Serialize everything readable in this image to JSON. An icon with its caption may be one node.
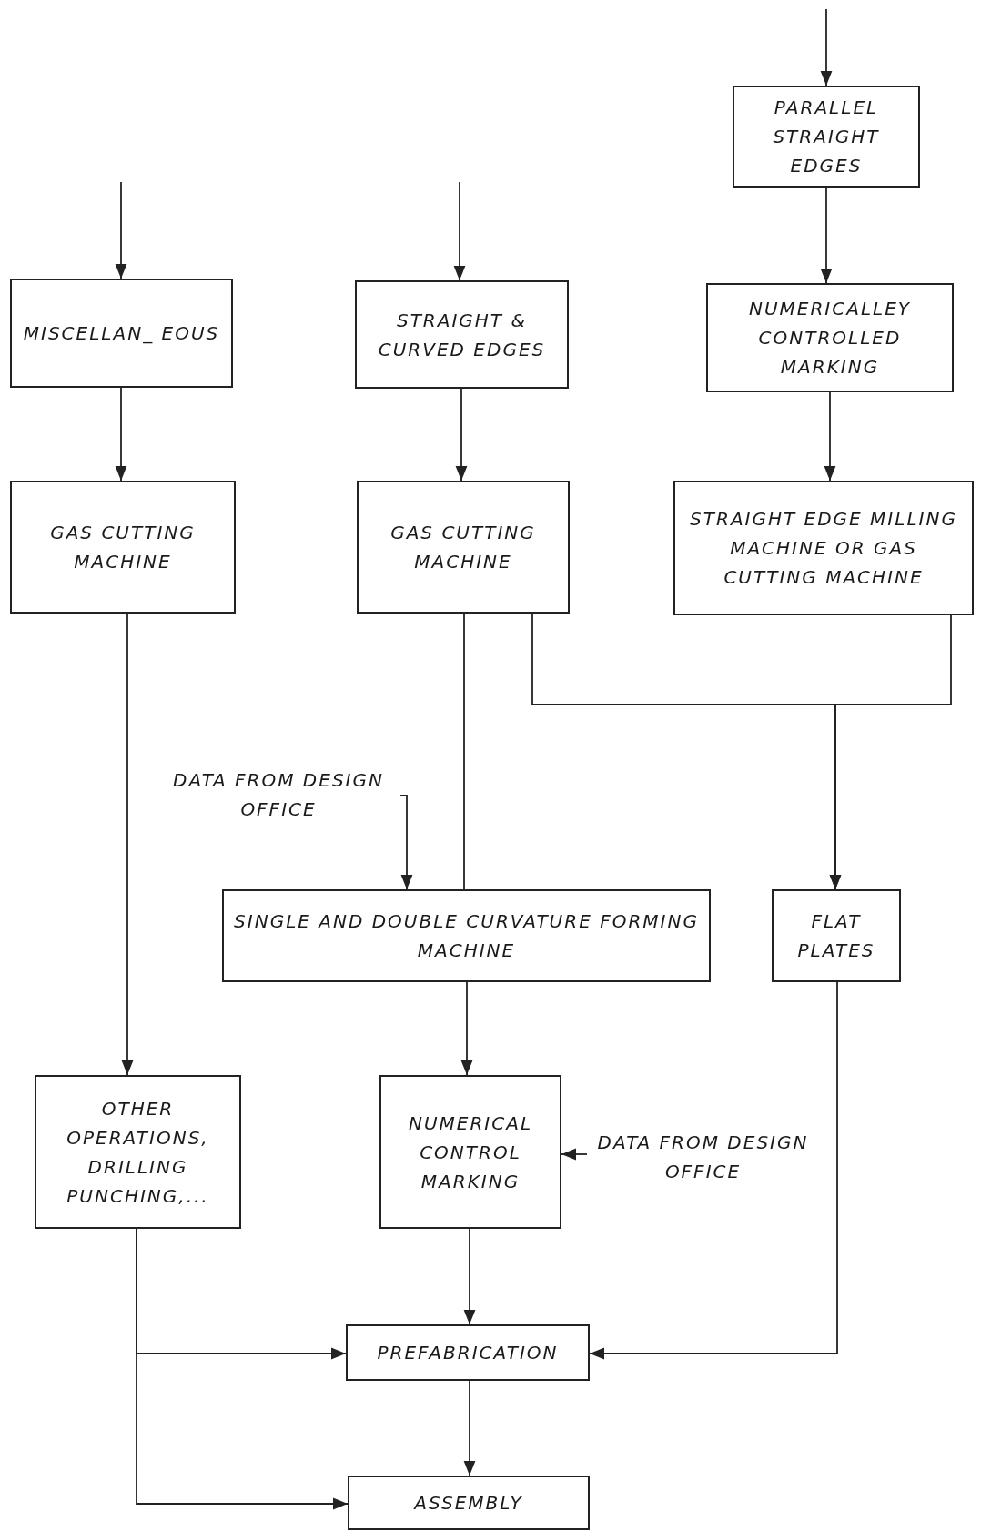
{
  "diagram": {
    "nodes": [
      {
        "text": [
          "PARALLEL STRAIGHT EDGES"
        ]
      },
      {
        "text": [
          "MISCELLAN_ EOUS"
        ]
      },
      {
        "text": [
          "STRAIGHT & CURVED EDGES"
        ]
      },
      {
        "text": [
          "NUMERICALLEY CONTROLLED MARKING"
        ]
      },
      {
        "text": [
          "GAS CUTTING MACHINE"
        ]
      },
      {
        "text": [
          "GAS CUTTING MACHINE"
        ]
      },
      {
        "text": [
          "STRAIGHT EDGE MILLING MACHINE OR GAS CUTTING MACHINE"
        ]
      },
      {
        "text": [
          "DATA FROM DESIGN OFFICE"
        ]
      },
      {
        "text": [
          "SINGLE AND DOUBLE CURVATURE FORMING MACHINE"
        ]
      },
      {
        "text": [
          "FLAT PLATES"
        ]
      },
      {
        "text": [
          "OTHER OPERATIONS, DRILLING PUNCHING,..."
        ]
      },
      {
        "text": [
          "NUMERICAL CONTROL MARKING"
        ]
      },
      {
        "text": [
          "DATA FROM DESIGN OFFICE"
        ]
      },
      {
        "text": [
          "PREFABRICATION"
        ]
      },
      {
        "text": [
          "ASSEMBLY"
        ]
      }
    ],
    "edges": [
      {
        "from": null,
        "to": 0,
        "arrow": "to"
      },
      {
        "from": null,
        "to": 1,
        "arrow": "to"
      },
      {
        "from": null,
        "to": 2,
        "arrow": "to"
      },
      {
        "from": 0,
        "to": 3,
        "arrow": "to"
      },
      {
        "from": 1,
        "to": 4,
        "arrow": "to"
      },
      {
        "from": 2,
        "to": 5,
        "arrow": "to"
      },
      {
        "from": 3,
        "to": 6,
        "arrow": "to"
      },
      {
        "from": 4,
        "to": 10,
        "arrow": "to"
      },
      {
        "from": 5,
        "to": 9,
        "arrow": "to"
      },
      {
        "from": 6,
        "to": 9,
        "arrow": "to"
      },
      {
        "from": 5,
        "to": 8,
        "arrow": "none"
      },
      {
        "from": 7,
        "to": 8,
        "arrow": "to"
      },
      {
        "from": 8,
        "to": 11,
        "arrow": "to"
      },
      {
        "from": 12,
        "to": 11,
        "arrow": "to"
      },
      {
        "from": 11,
        "to": 13,
        "arrow": "to"
      },
      {
        "from": 10,
        "to": 13,
        "arrow": "to"
      },
      {
        "from": 9,
        "to": 13,
        "arrow": "to"
      },
      {
        "from": 10,
        "to": 14,
        "arrow": "to"
      },
      {
        "from": 13,
        "to": 14,
        "arrow": "to"
      }
    ]
  }
}
